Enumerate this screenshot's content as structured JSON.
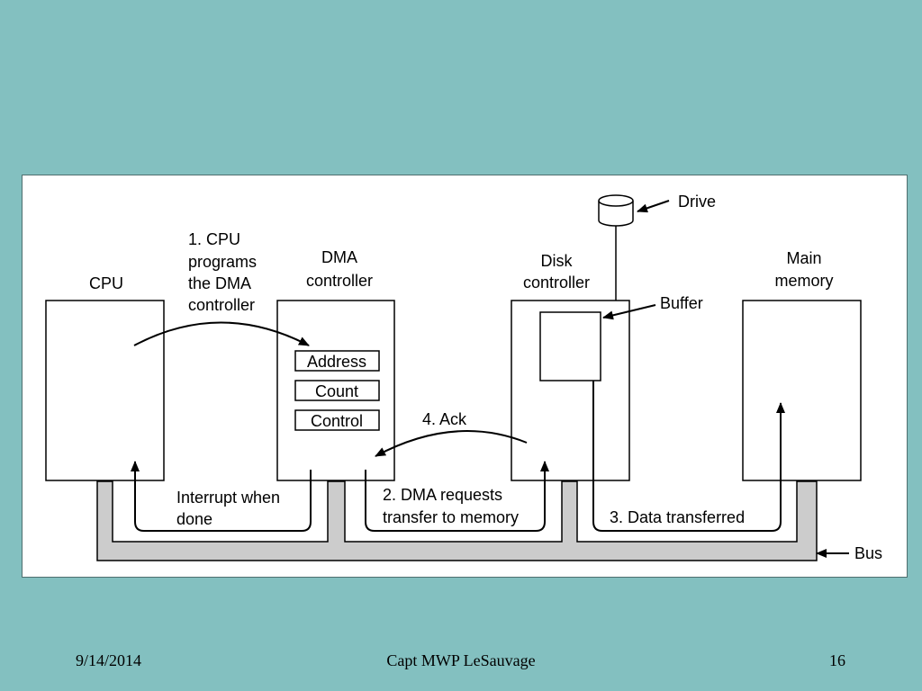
{
  "diagram": {
    "cpu_label": "CPU",
    "dma_label_1": "DMA",
    "dma_label_2": "controller",
    "disk_label_1": "Disk",
    "disk_label_2": "controller",
    "memory_label_1": "Main",
    "memory_label_2": "memory",
    "drive_label": "Drive",
    "buffer_label": "Buffer",
    "bus_label": "Bus",
    "registers": [
      "Address",
      "Count",
      "Control"
    ],
    "step1_lines": [
      "1. CPU",
      "programs",
      "the DMA",
      "controller"
    ],
    "step2_lines": [
      "2. DMA requests",
      "transfer to memory"
    ],
    "step3_label": "3. Data transferred",
    "step4_label": "4. Ack",
    "interrupt_lines": [
      "Interrupt when",
      "done"
    ]
  },
  "footer": {
    "date": "9/14/2014",
    "author": "Capt MWP LeSauvage",
    "page": "16"
  },
  "colors": {
    "background": "#83c0c0",
    "bus_fill": "#cccccc"
  }
}
